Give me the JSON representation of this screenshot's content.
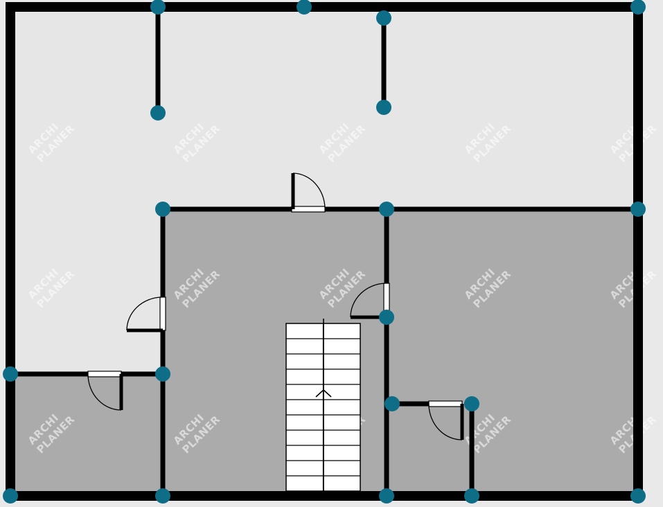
{
  "watermark": {
    "line1": "ARCHI",
    "line2": "PLANER"
  },
  "colors": {
    "background": "#e9e9e9",
    "room_light": "#e6e6e6",
    "room_dark": "#ababab",
    "wall": "#000000",
    "node": "#0e6e87",
    "stair_fill": "#ffffff"
  },
  "rooms": [
    {
      "id": "upper-hall",
      "shade": "light"
    },
    {
      "id": "left-corridor",
      "shade": "light"
    },
    {
      "id": "bottom-left-room",
      "shade": "dark"
    },
    {
      "id": "center-stair-room",
      "shade": "dark"
    },
    {
      "id": "right-room",
      "shade": "dark"
    },
    {
      "id": "small-room",
      "shade": "dark"
    }
  ],
  "stairs": {
    "direction": "up"
  },
  "doors": [
    {
      "id": "door-top-center"
    },
    {
      "id": "door-left-corridor"
    },
    {
      "id": "door-bottom-left"
    },
    {
      "id": "door-center-right"
    },
    {
      "id": "door-small-room"
    }
  ]
}
